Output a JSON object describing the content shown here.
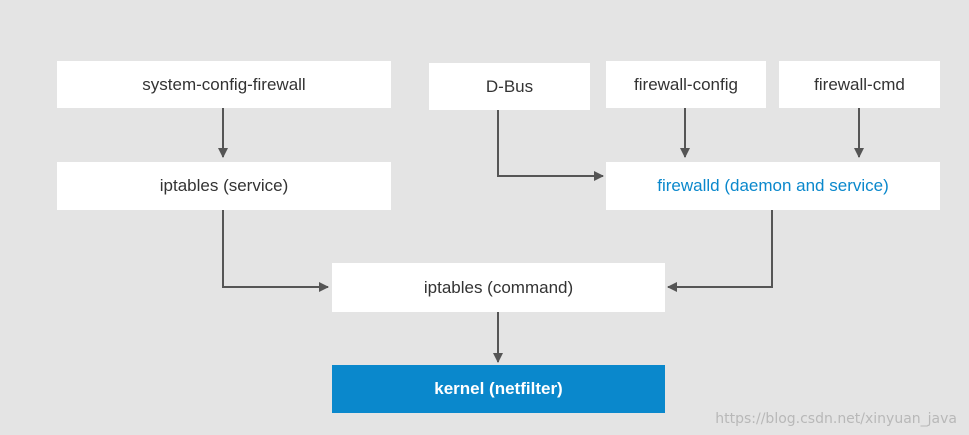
{
  "nodes": {
    "system_config_firewall": "system-config-firewall",
    "dbus": "D-Bus",
    "firewall_config": "firewall-config",
    "firewall_cmd": "firewall-cmd",
    "iptables_service": "iptables (service)",
    "firewalld": "firewalld (daemon and service)",
    "iptables_command": "iptables (command)",
    "kernel": "kernel (netfilter)"
  },
  "edges": [
    [
      "system-config-firewall",
      "iptables (service)"
    ],
    [
      "D-Bus",
      "firewalld (daemon and service)"
    ],
    [
      "firewall-config",
      "firewalld (daemon and service)"
    ],
    [
      "firewall-cmd",
      "firewalld (daemon and service)"
    ],
    [
      "iptables (service)",
      "iptables (command)"
    ],
    [
      "firewalld (daemon and service)",
      "iptables (command)"
    ],
    [
      "iptables (command)",
      "kernel (netfilter)"
    ]
  ],
  "colors": {
    "background": "#e4e4e4",
    "box": "#ffffff",
    "accent": "#0a88cc",
    "arrow": "#555555"
  },
  "watermark": "https://blog.csdn.net/xinyuan_java"
}
